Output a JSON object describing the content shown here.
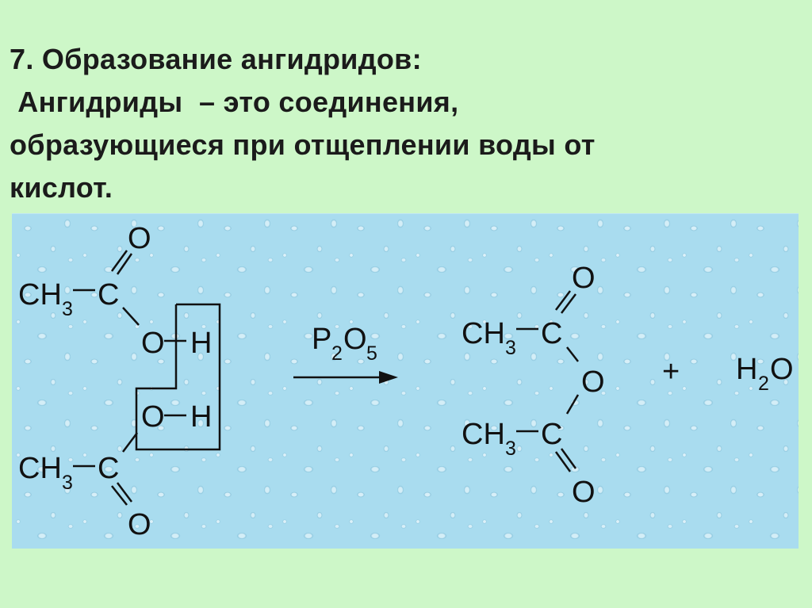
{
  "slide": {
    "heading": "7. Образование ангидридов:",
    "lines": [
      " Ангидриды  – это соединения,",
      "образующиеся при отщеплении воды от",
      "кислот."
    ]
  },
  "scheme": {
    "reactant_top": {
      "ch": "CH",
      "sub": "3",
      "c": "C",
      "o_carbonyl": "O",
      "o_hydroxyl": "O",
      "h": "H"
    },
    "reactant_bottom": {
      "ch": "CH",
      "sub": "3",
      "c": "C",
      "o_carbonyl": "O",
      "o_hydroxyl": "O",
      "h": "H"
    },
    "reagent": {
      "p": "P",
      "p_sub": "2",
      "o": "O",
      "o_sub": "5"
    },
    "product_top": {
      "ch": "CH",
      "sub": "3",
      "c": "C",
      "o_carbonyl": "O"
    },
    "bridge_oxygen": "O",
    "product_bottom": {
      "ch": "CH",
      "sub": "3",
      "c": "C",
      "o_carbonyl": "O"
    },
    "plus": "+",
    "water": {
      "h": "H",
      "h_sub": "2",
      "o": "O"
    }
  }
}
